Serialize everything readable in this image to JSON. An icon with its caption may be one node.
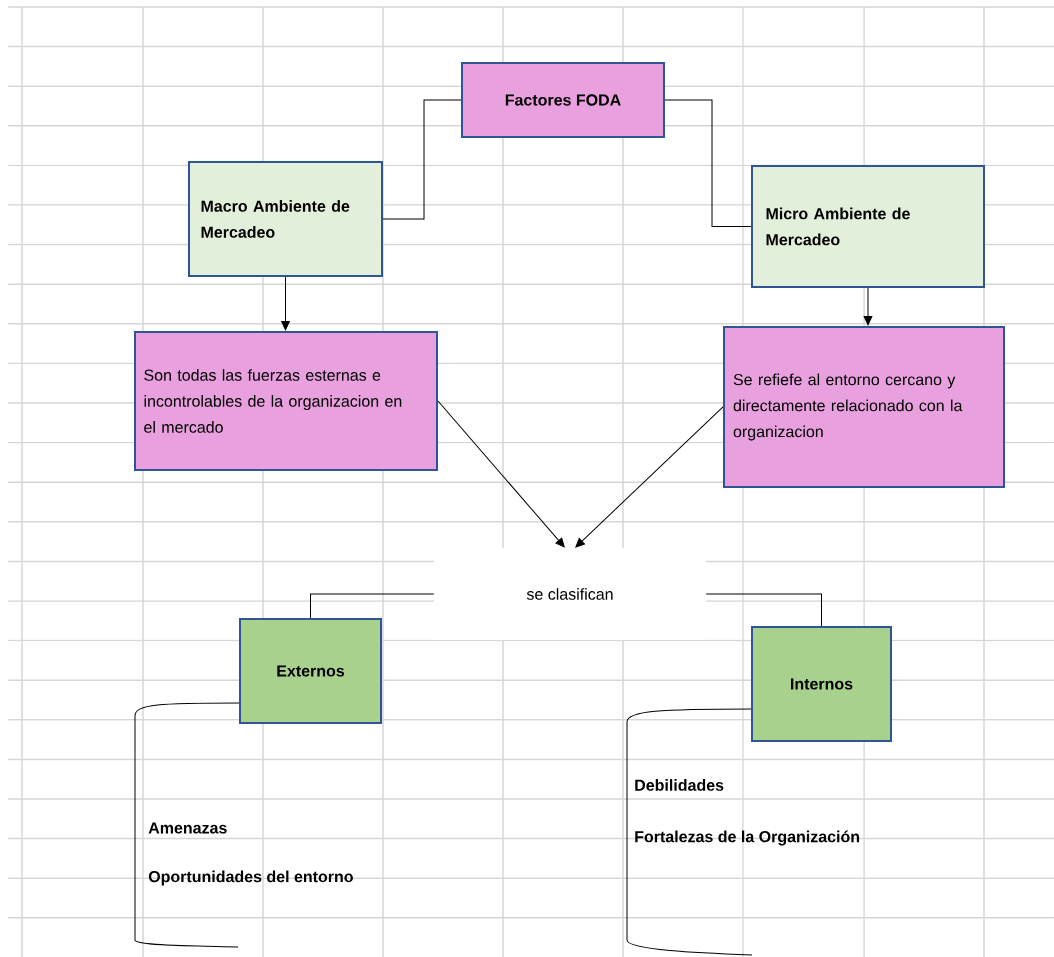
{
  "diagram": {
    "nodes": [
      {
        "text": [
          "Factores FODA"
        ]
      },
      {
        "text": [
          "Macro Ambiente de Mercadeo"
        ]
      },
      {
        "text": [
          "Micro  Ambiente de Mercadeo"
        ]
      },
      {
        "text": [
          "Son todas las fuerzas esternas e incontrolables de la organizacion en el mercado"
        ]
      },
      {
        "text": [
          "Se refiefe al entorno cercano y directamente relacionado con la organizacion"
        ]
      },
      {
        "text": [
          "se clasifican"
        ]
      },
      {
        "text": [
          "Externos"
        ]
      },
      {
        "text": [
          "Internos"
        ]
      }
    ],
    "edges": [
      {
        "from": 0,
        "to": 1,
        "arrow": "none"
      },
      {
        "from": 0,
        "to": 2,
        "arrow": "none"
      },
      {
        "from": 1,
        "to": 3,
        "arrow": "to"
      },
      {
        "from": 2,
        "to": 4,
        "arrow": "to"
      },
      {
        "from": 3,
        "to": 5,
        "arrow": "to"
      },
      {
        "from": 4,
        "to": 5,
        "arrow": "to"
      },
      {
        "from": 5,
        "to": 6,
        "arrow": "none"
      },
      {
        "from": 5,
        "to": 7,
        "arrow": "none"
      }
    ],
    "labels": [
      "Debilidades",
      "Amenazas",
      "Fortalezas de la Organización",
      "Oportunidades del entorno"
    ]
  }
}
